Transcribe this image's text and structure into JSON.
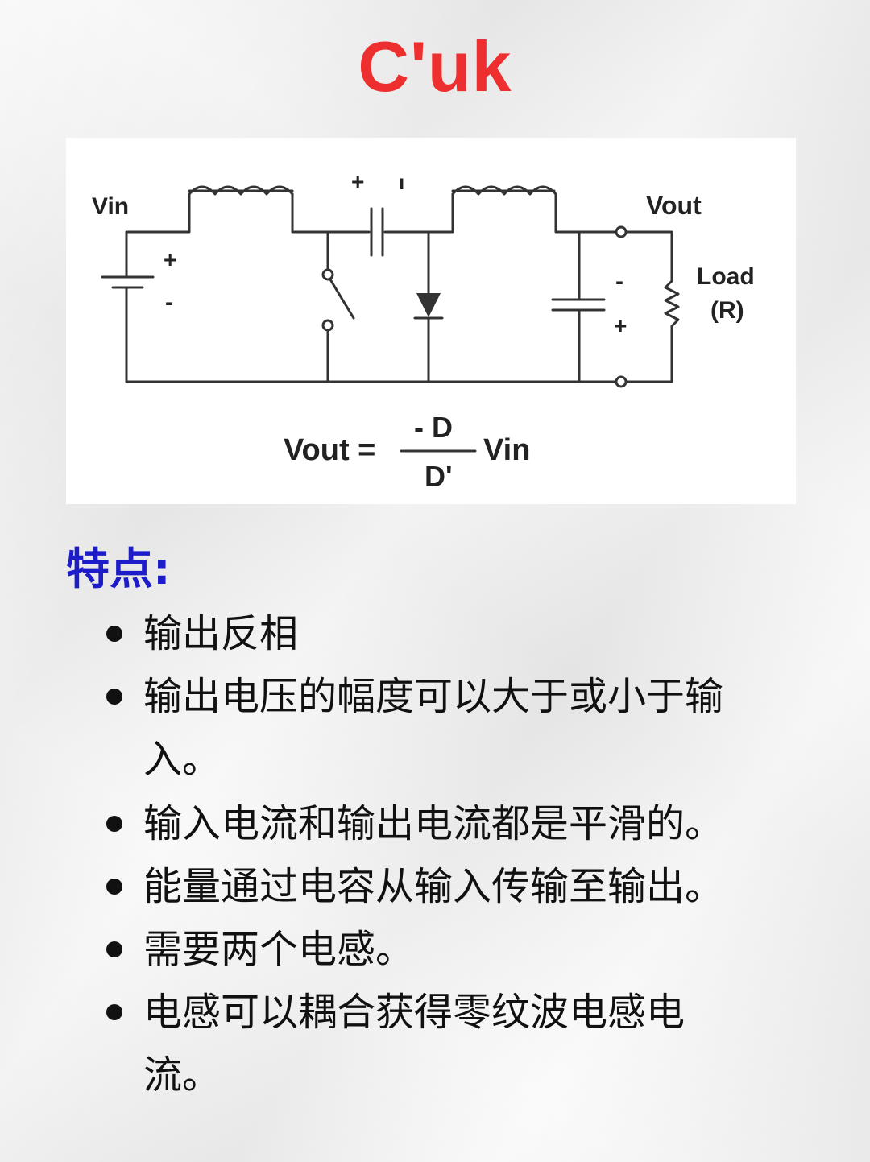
{
  "title": "C'uk",
  "diagram": {
    "vin_label": "Vin",
    "vout_label": "Vout",
    "load_label_line1": "Load",
    "load_label_line2": "(R)",
    "cap_plus": "+",
    "cap_minus": "ı",
    "source_plus": "+",
    "source_minus": "-",
    "out_minus": "-",
    "out_plus": "+",
    "formula_lhs": "Vout =",
    "formula_numerator": "- D",
    "formula_denominator": "D'",
    "formula_rhs": "Vin"
  },
  "features": {
    "heading": "特点:",
    "items": [
      {
        "line1": "输出反相",
        "line2": ""
      },
      {
        "line1": "输出电压的幅度可以大于或小于输",
        "line2": "入。"
      },
      {
        "line1": "输入电流和输出电流都是平滑的。",
        "line2": ""
      },
      {
        "line1": "能量通过电容从输入传输至输出。",
        "line2": ""
      },
      {
        "line1": "需要两个电感。",
        "line2": ""
      },
      {
        "line1": "电感可以耦合获得零纹波电感电",
        "line2": "流。"
      }
    ]
  }
}
